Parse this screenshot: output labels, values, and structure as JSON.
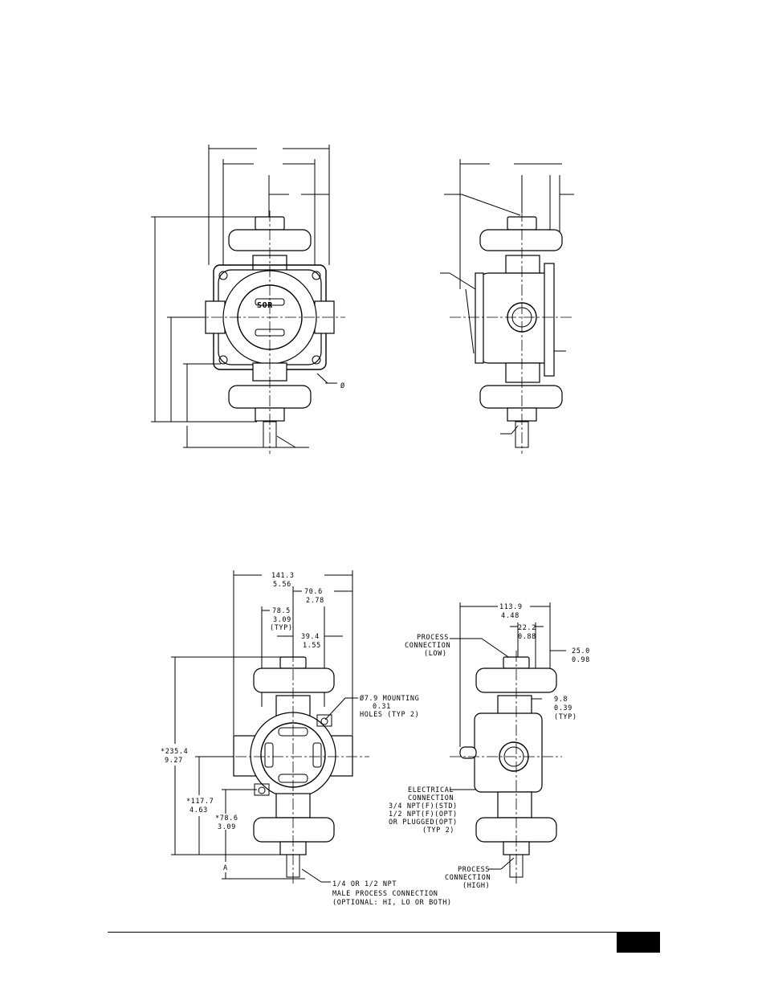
{
  "dimensions": {
    "overall_width": [
      "141.3",
      "5.56"
    ],
    "half_width": [
      "70.6",
      "2.78"
    ],
    "mount_spacing": [
      "78.5",
      "3.09",
      "(TYP)"
    ],
    "mount_half": [
      "39.4",
      "1.55"
    ],
    "overall_height": [
      "*235.4",
      "9.27"
    ],
    "center_height": [
      "*117.7",
      "4.63"
    ],
    "lower_height": [
      "*78.6",
      "3.09"
    ],
    "a_label": "A",
    "side_width": [
      "113.9",
      "4.48"
    ],
    "side_offset": [
      "22.2",
      "0.88"
    ],
    "side_edge": [
      "25.0",
      "0.98"
    ],
    "side_small": [
      "9.8",
      "0.39",
      "(TYP)"
    ]
  },
  "callouts": {
    "mounting": [
      "Ø7.9  MOUNTING",
      "0.31",
      "HOLES (TYP 2)"
    ],
    "male_process": [
      "1/4 OR 1/2 NPT",
      "MALE PROCESS CONNECTION",
      "(OPTIONAL: HI, LO OR BOTH)"
    ],
    "process_low": [
      "PROCESS",
      "CONNECTION",
      "(LOW)"
    ],
    "process_high": [
      "PROCESS",
      "CONNECTION",
      "(HIGH)"
    ],
    "electrical": [
      "ELECTRICAL",
      "CONNECTION",
      "3/4 NPT(F)(STD)",
      "1/2 NPT(F)(OPT)",
      "OR PLUGGED(OPT)",
      "(TYP 2)"
    ],
    "top_diameter": "Ø"
  },
  "logo_text": "SOR"
}
